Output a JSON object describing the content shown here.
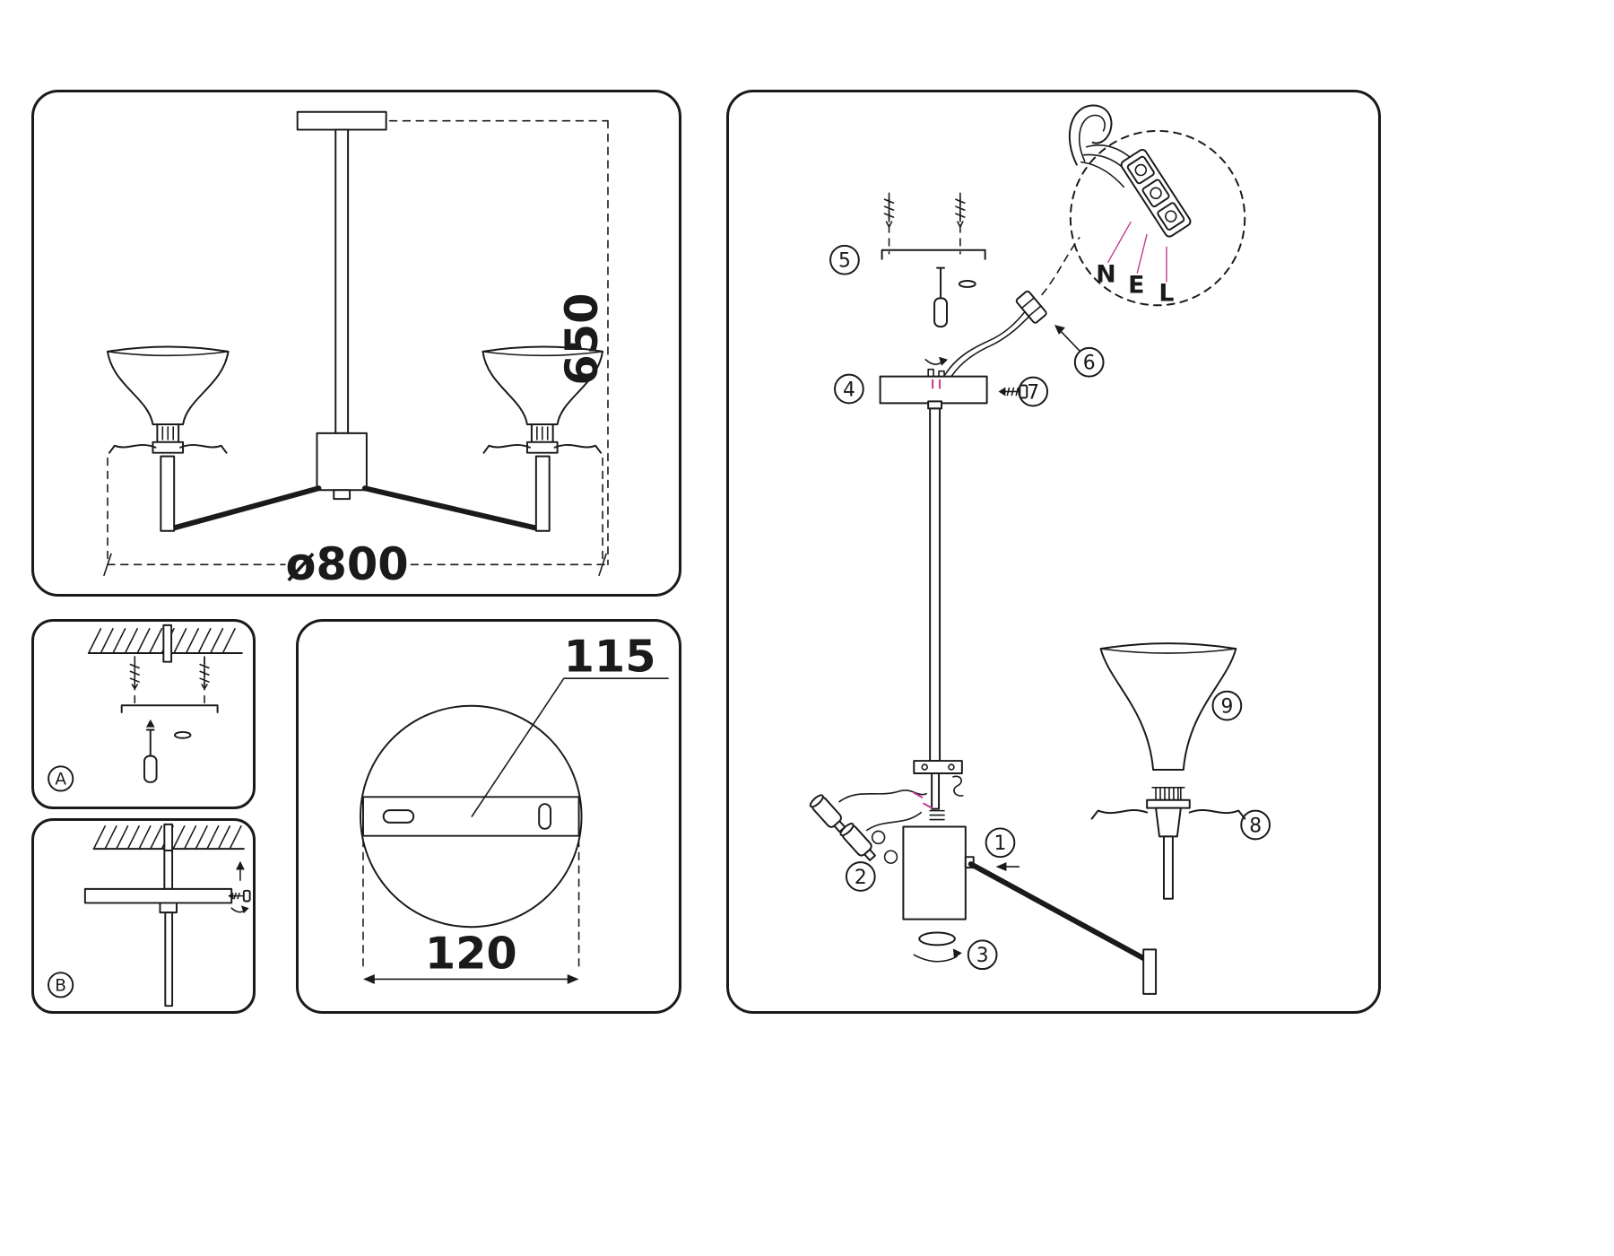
{
  "colors": {
    "line": "#1a1a1a",
    "accent": "#c4398f",
    "background": "#ffffff"
  },
  "overview": {
    "height": "650",
    "diameter": "ø800"
  },
  "mounting": {
    "variant_a": "A",
    "variant_b": "B"
  },
  "bracket_detail": {
    "hole_spacing": "115",
    "width": "120"
  },
  "assembly": {
    "steps": {
      "s1": "1",
      "s2": "2",
      "s3": "3",
      "s4": "4",
      "s5": "5",
      "s6": "6",
      "s7": "7",
      "s8": "8",
      "s9": "9"
    },
    "wiring": {
      "neutral": "N",
      "earth": "E",
      "live": "L"
    }
  }
}
